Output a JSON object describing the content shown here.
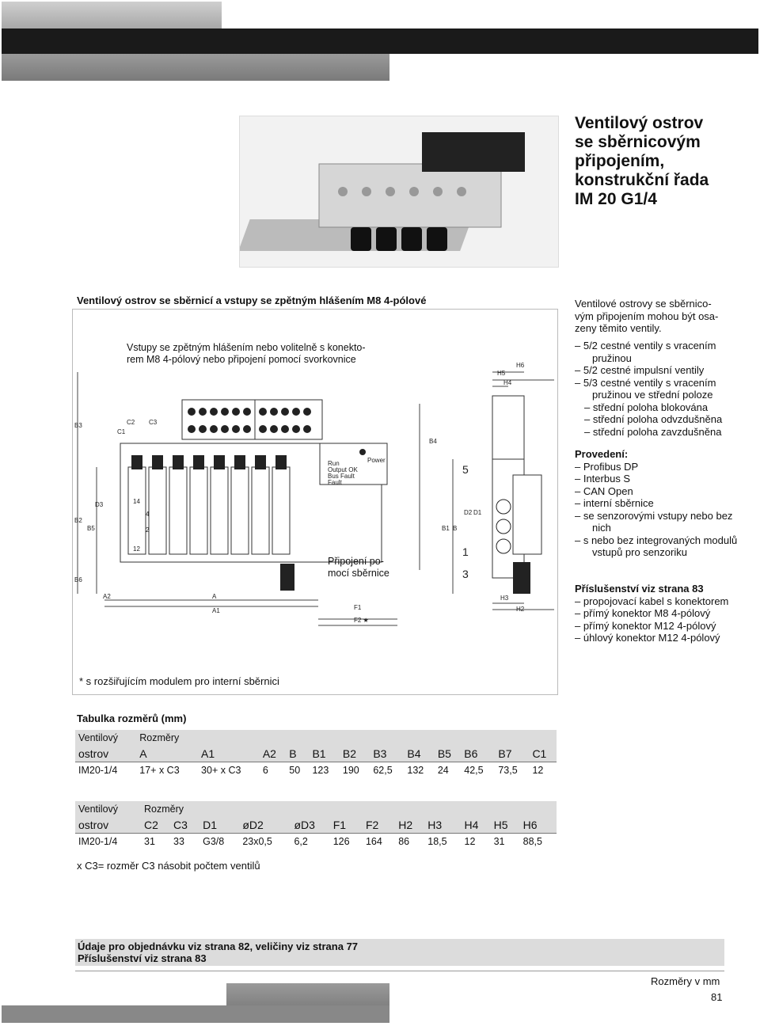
{
  "header": {
    "title_lines": [
      "Ventilový ostrov",
      "se sběrnicovým",
      "připojením,",
      "konstrukční řada",
      "IM 20 G1/4"
    ]
  },
  "drawing": {
    "section_title": "Ventilový ostrov se sběrnicí a vstupy se zpětným hlášením M8 4-pólové",
    "inputs_note": [
      "Vstupy se zpětným hlášením nebo volitelně s konekto-",
      "rem M8 4-pólový nebo připojení pomocí svorkovnice"
    ],
    "bus_note": [
      "Připojení po-",
      "mocí sběrnice"
    ],
    "footnote": "* s rozšiřujícím modulem pro interní sběrnici",
    "labels": {
      "A": "A",
      "A1": "A1",
      "A2": "A2",
      "B": "B",
      "B1": "B1",
      "B2": "B2",
      "B3": "B3",
      "B4": "B4",
      "B5": "B5",
      "B6": "B6",
      "C1": "C1",
      "C2": "C2",
      "C3": "C3",
      "D1": "D1",
      "D2": "D2",
      "D3": "D3",
      "F1": "F1",
      "F2": "F2 ★",
      "H2": "H2",
      "H3": "H3",
      "H4": "H4",
      "H5": "H5",
      "H6": "H6",
      "port5": "5",
      "port1": "1",
      "port3": "3",
      "port14": "14",
      "port12": "12",
      "port4": "4",
      "port2": "2",
      "led_run": "Run",
      "led_output": "Output OK",
      "led_busfault": "Bus Fault",
      "led_fault": "Fault",
      "power": "Power"
    }
  },
  "right_col": {
    "intro": [
      "Ventilové ostrovy se sběrnico-",
      "vým připojením mohou být osa-",
      "zeny těmito ventily."
    ],
    "valves": [
      "– 5/2 cestné ventily s vracením pružinou",
      "– 5/2 cestné impulsní ventily",
      "– 5/3 cestné ventily s vracením pružinou ve střední poloze"
    ],
    "valve_sub": [
      "– střední poloha blokována",
      "– střední poloha odvzdušněna",
      "– střední poloha zavzdušněna"
    ],
    "provedeni_title": "Provedení:",
    "provedeni": [
      "– Profibus DP",
      "– Interbus S",
      "– CAN Open",
      "– interní sběrnice",
      "– se senzorovými vstupy nebo bez nich",
      "– s nebo bez integrovaných modulů vstupů pro senzoriku"
    ],
    "accessories_title": "Příslušenství viz strana 83",
    "accessories": [
      "– propojovací kabel s konektorem",
      "– přímý konektor M8 4-pólový",
      "– přímý konektor M12 4-pólový",
      "– úhlový konektor M12 4-pólový"
    ]
  },
  "table1": {
    "title": "Tabulka rozměrů (mm)",
    "h1": [
      "Ventilový",
      "Rozměry"
    ],
    "h2": [
      "ostrov",
      "A",
      "A1",
      "A2",
      "B",
      "B1",
      "B2",
      "B3",
      "B4",
      "B5",
      "B6",
      "B7",
      "C1"
    ],
    "row": [
      "IM20-1/4",
      "17+ x C3",
      "30+ x C3",
      "6",
      "50",
      "123",
      "190",
      "62,5",
      "132",
      "24",
      "42,5",
      "73,5",
      "12"
    ]
  },
  "table2": {
    "h1": [
      "Ventilový",
      "Rozměry"
    ],
    "h2": [
      "ostrov",
      "C2",
      "C3",
      "D1",
      "øD2",
      "øD3",
      "F1",
      "F2",
      "H2",
      "H3",
      "H4",
      "H5",
      "H6"
    ],
    "row": [
      "IM20-1/4",
      "31",
      "33",
      "G3/8",
      "23x0,5",
      "6,2",
      "126",
      "164",
      "86",
      "18,5",
      "12",
      "31",
      "88,5"
    ]
  },
  "note_x": "x C3= rozměr C3 násobit počtem ventilů",
  "order": [
    "Údaje pro objednávku viz strana 82, veličiny viz strana 77",
    "Příslušenství viz strana 83"
  ],
  "footer": {
    "units": "Rozměry v mm",
    "page": "81"
  }
}
